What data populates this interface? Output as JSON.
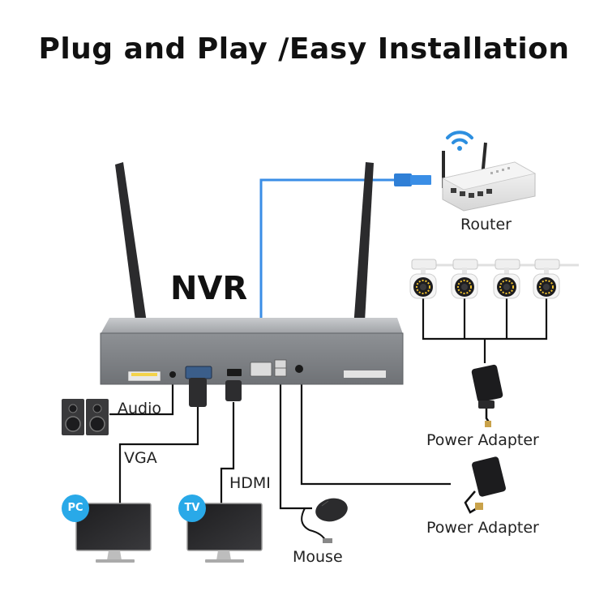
{
  "title": "Plug and Play /Easy Installation",
  "nvr_label": "NVR",
  "labels": {
    "router": "Router",
    "audio": "Audio",
    "vga": "VGA",
    "hdmi": "HDMI",
    "mouse": "Mouse",
    "power_adapter_1": "Power Adapter",
    "power_adapter_2": "Power Adapter"
  },
  "badges": {
    "pc": "PC",
    "tv": "TV"
  },
  "colors": {
    "network_cable": "#3a8ee6",
    "cable": "#111111",
    "badge": "#29a9e8",
    "nvr_body": "#8c8f93"
  }
}
